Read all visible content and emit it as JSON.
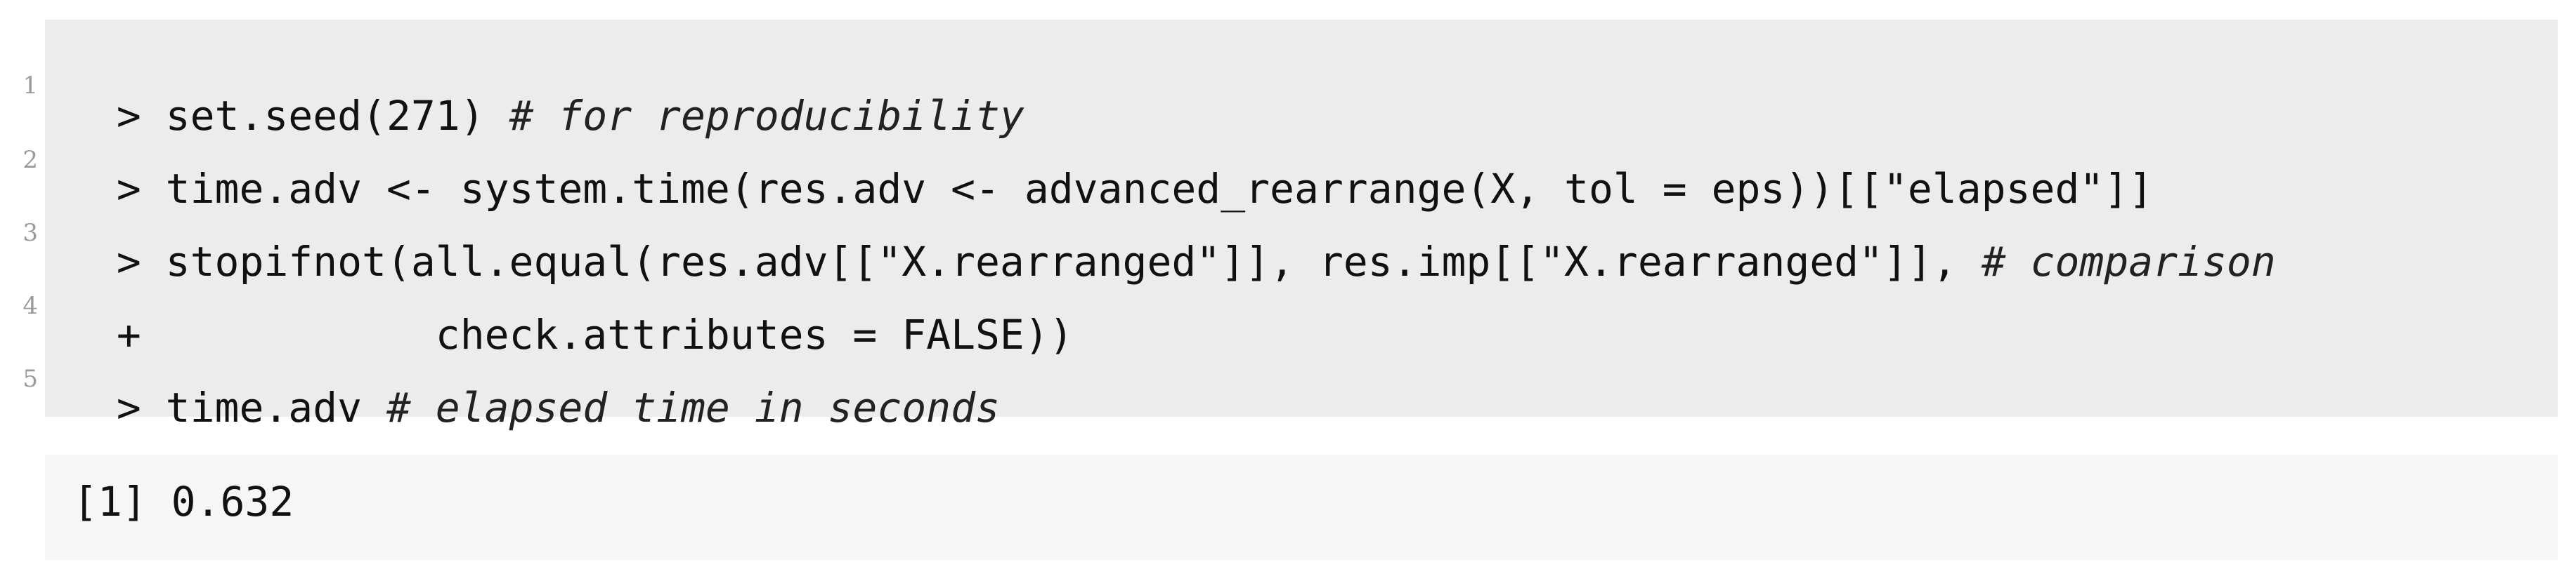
{
  "code_block": {
    "lines": [
      {
        "number": "1",
        "code": "> set.seed(271) ",
        "comment": "# for reproducibility"
      },
      {
        "number": "2",
        "code": "> time.adv <- system.time(res.adv <- advanced_rearrange(X, tol = eps))[[\"elapsed\"]]",
        "comment": ""
      },
      {
        "number": "3",
        "code": "> stopifnot(all.equal(res.adv[[\"X.rearranged\"]], res.imp[[\"X.rearranged\"]], ",
        "comment": "# comparison"
      },
      {
        "number": "4",
        "code": "+            check.attributes = FALSE))",
        "comment": ""
      },
      {
        "number": "5",
        "code": "> time.adv ",
        "comment": "# elapsed time in seconds"
      }
    ]
  },
  "output_block": {
    "text": "[1] 0.632"
  },
  "colors": {
    "code_background": "#ececec",
    "output_background": "#f6f6f6",
    "line_number": "#9a9a9a",
    "text": "#111111"
  }
}
